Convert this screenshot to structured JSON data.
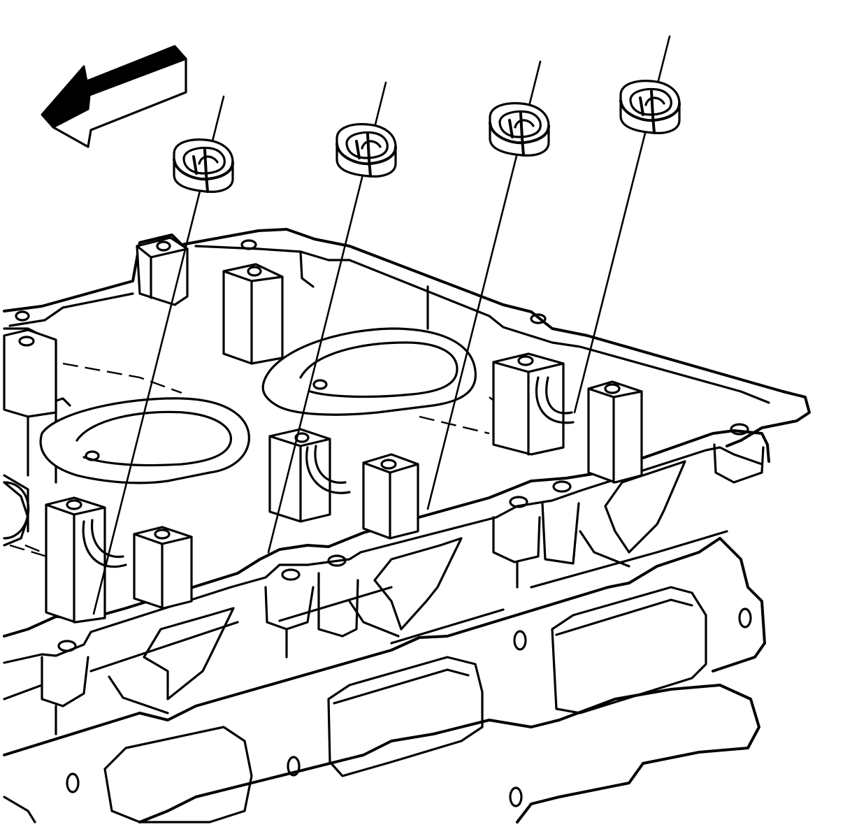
{
  "diagram": {
    "subject": "cylinder-head",
    "part_count": 4,
    "direction_arrow": "front"
  },
  "colors": {
    "ink": "#000000",
    "paper": "#ffffff"
  }
}
